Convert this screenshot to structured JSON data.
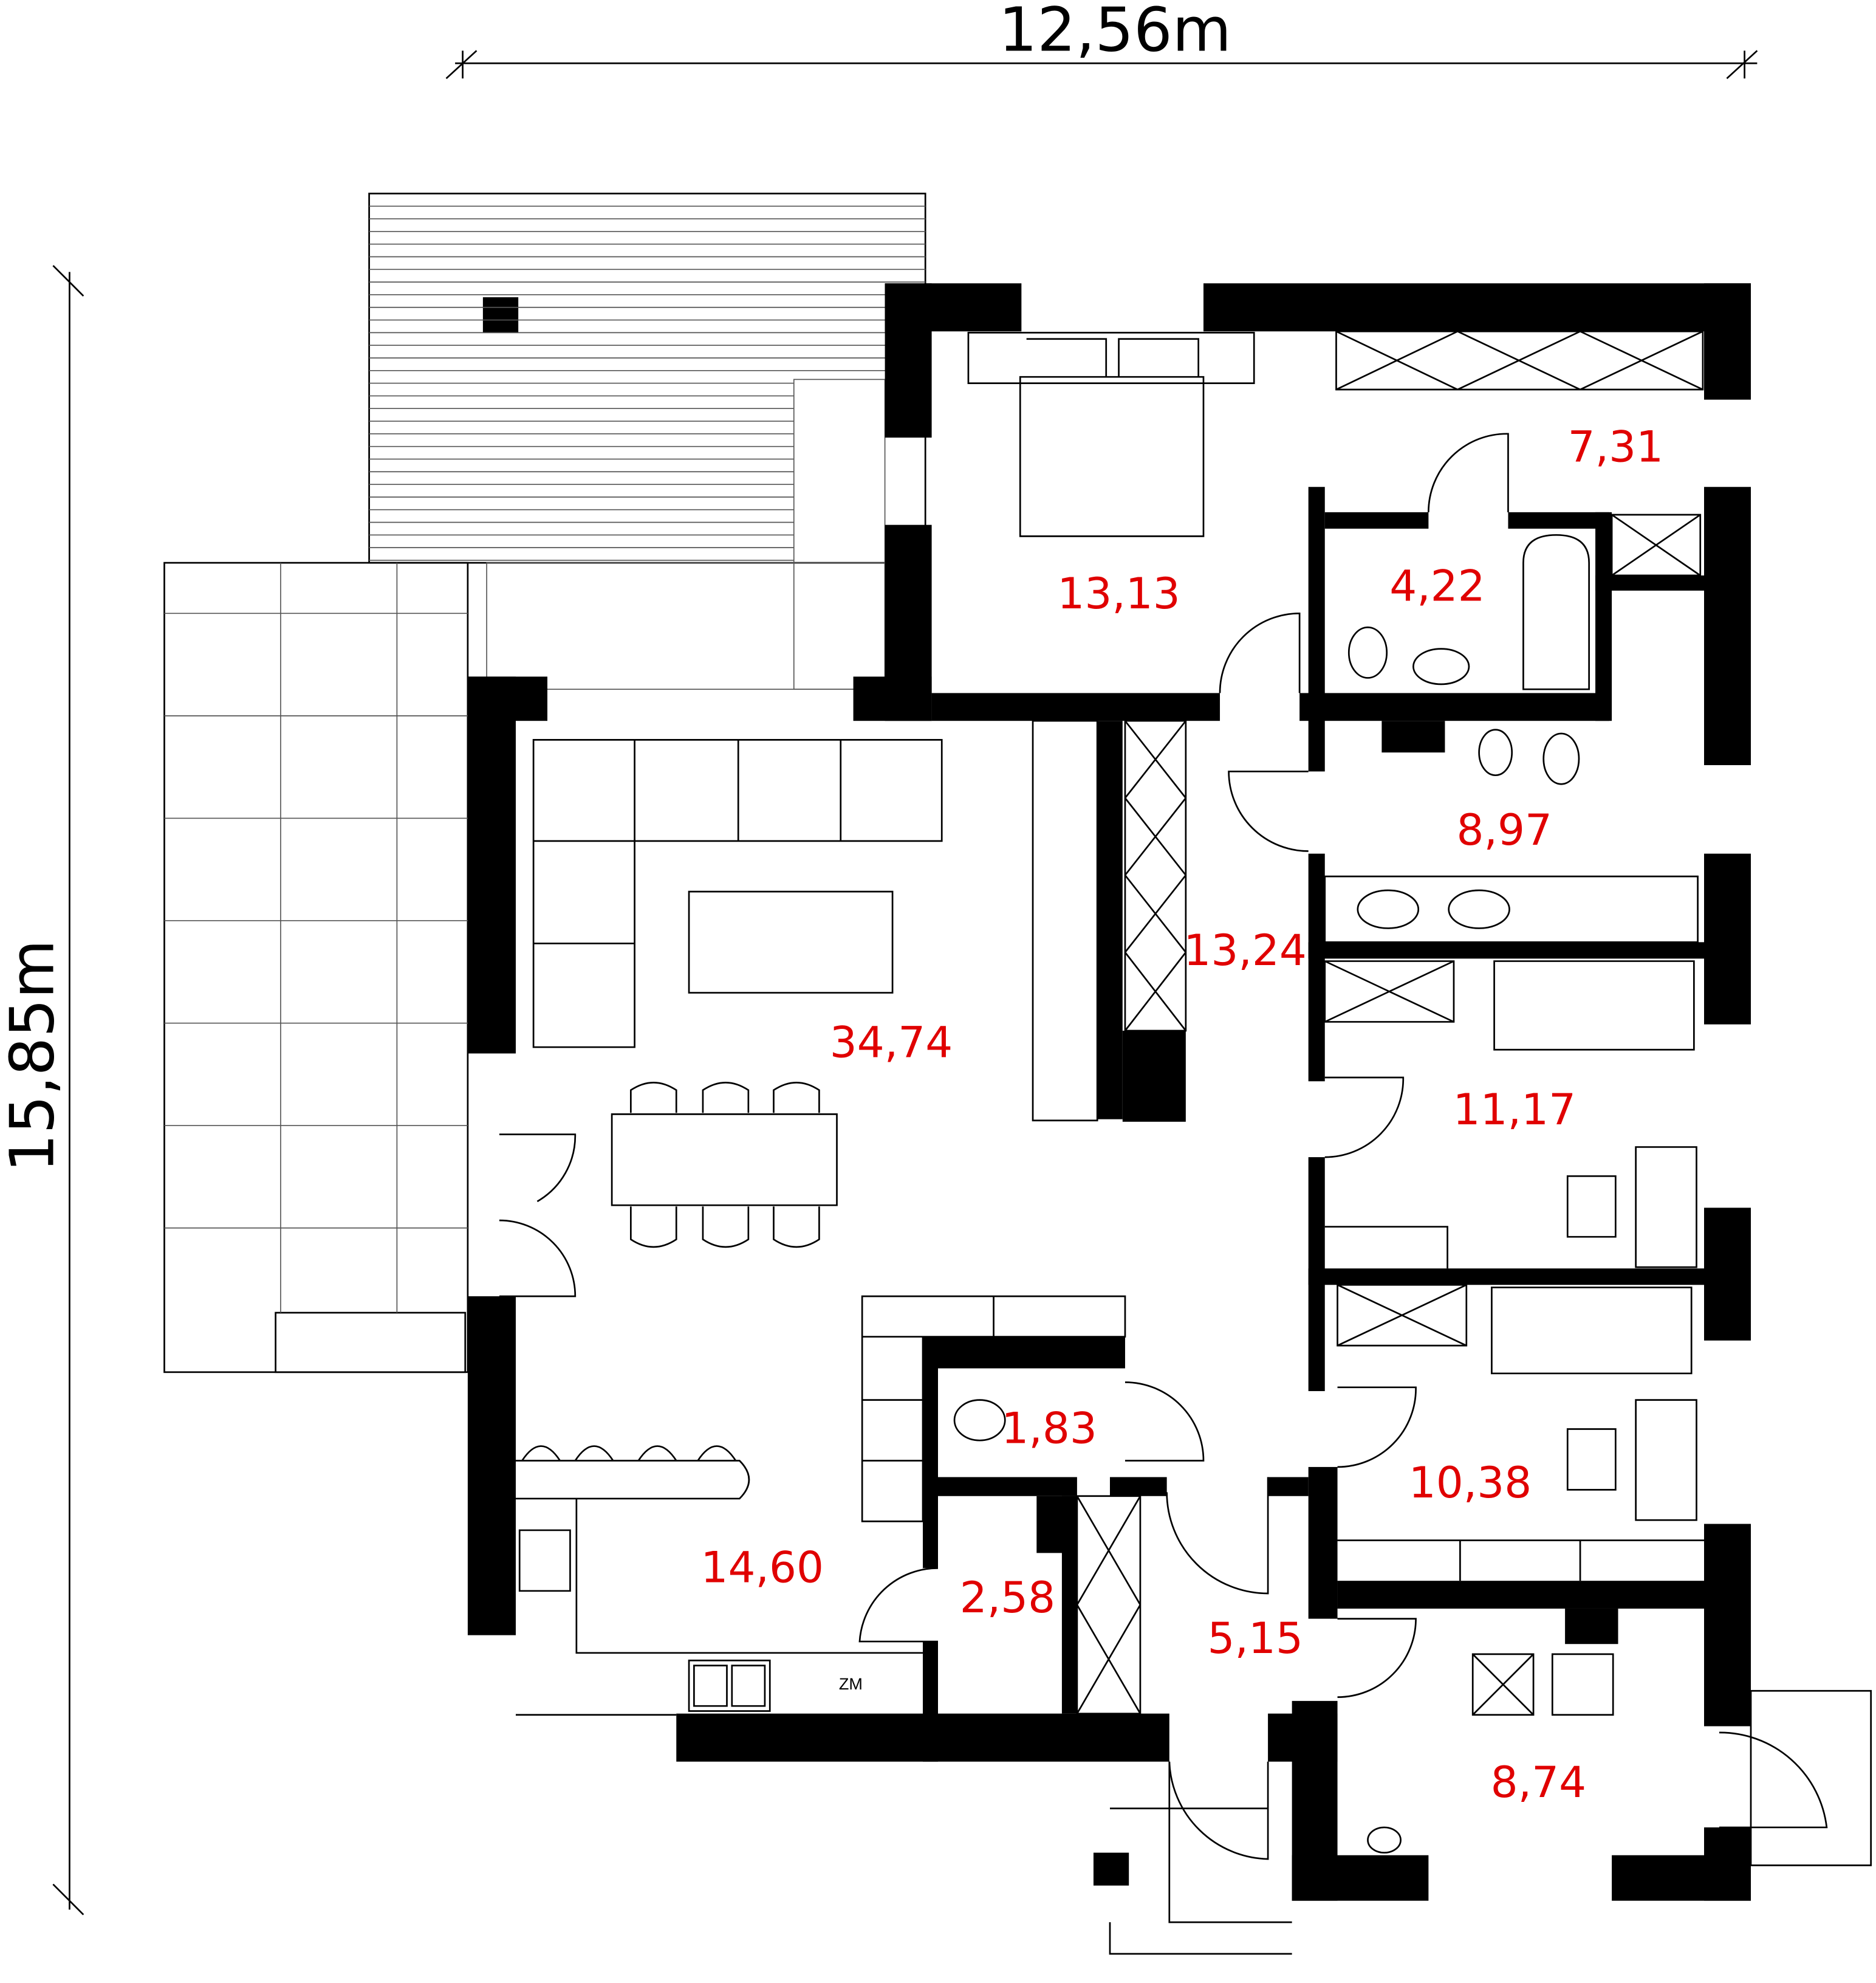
{
  "dimensions": {
    "width": "12,56m",
    "height": "15,85m"
  },
  "rooms": [
    {
      "id": "bedroom",
      "area": "13,13"
    },
    {
      "id": "wardrobe",
      "area": "7,31"
    },
    {
      "id": "bathroom-upper",
      "area": "4,22"
    },
    {
      "id": "bathroom-main",
      "area": "8,97"
    },
    {
      "id": "hall",
      "area": "13,24"
    },
    {
      "id": "living-room",
      "area": "34,74"
    },
    {
      "id": "room-1",
      "area": "11,17"
    },
    {
      "id": "wc",
      "area": "1,83"
    },
    {
      "id": "room-2",
      "area": "10,38"
    },
    {
      "id": "kitchen",
      "area": "14,60"
    },
    {
      "id": "pantry",
      "area": "2,58"
    },
    {
      "id": "entrance",
      "area": "5,15"
    },
    {
      "id": "utility",
      "area": "8,74"
    }
  ],
  "kitchen_label": "ZM",
  "colors": {
    "area_label": "#e00000",
    "wall": "#000000"
  }
}
